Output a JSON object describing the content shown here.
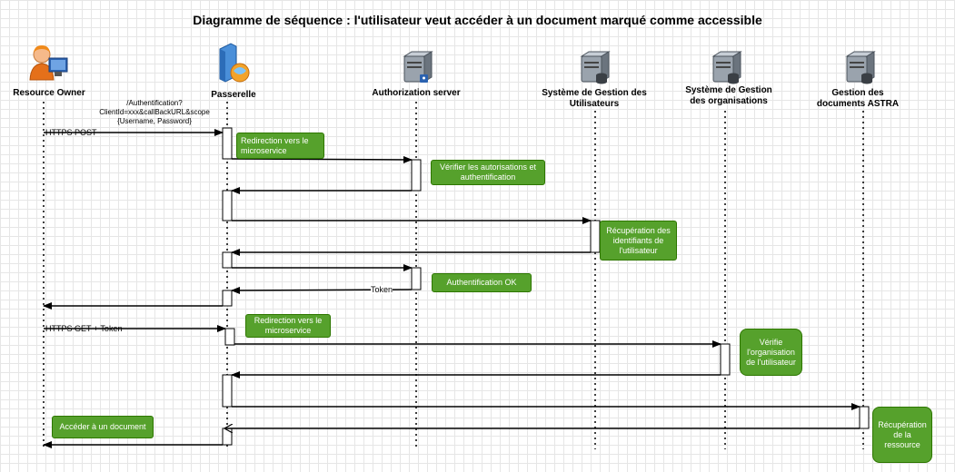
{
  "title": "Diagramme de séquence : l'utilisateur veut accéder à un document marqué comme accessible",
  "actors": [
    {
      "id": "owner",
      "label": "Resource Owner",
      "icon": "user-icon"
    },
    {
      "id": "gateway",
      "label": "Passerelle",
      "icon": "gateway-server-icon"
    },
    {
      "id": "auth",
      "label": "Authorization server",
      "icon": "secure-server-icon"
    },
    {
      "id": "users",
      "label": "Système de Gestion des Utilisateurs",
      "icon": "database-server-icon"
    },
    {
      "id": "orgs",
      "label": "Système de Gestion des organisations",
      "icon": "database-server-icon"
    },
    {
      "id": "docs",
      "label": "Gestion des documents ASTRA",
      "icon": "database-server-icon"
    }
  ],
  "messages": {
    "auth_request": "/Authentification?\nClientId=xxx&callBackURL&scope\n{Username, Password}",
    "https_post": "HTTPS POST",
    "token": "Token",
    "https_get": "HTTPS GET + Token"
  },
  "notes": {
    "redirect1": "Redirection vers le microservice",
    "verify": "Vérifier les autorisations et authentification",
    "fetch_ids": "Récupération des identifiants de l'utilisateur",
    "auth_ok": "Authentification OK",
    "redirect2": "Redirection vers le microservice",
    "verify_org": "Vérifie l'organisation de l'utilisateur",
    "access_doc": "Accéder à un document",
    "fetch_res": "Récupération de la ressource"
  }
}
